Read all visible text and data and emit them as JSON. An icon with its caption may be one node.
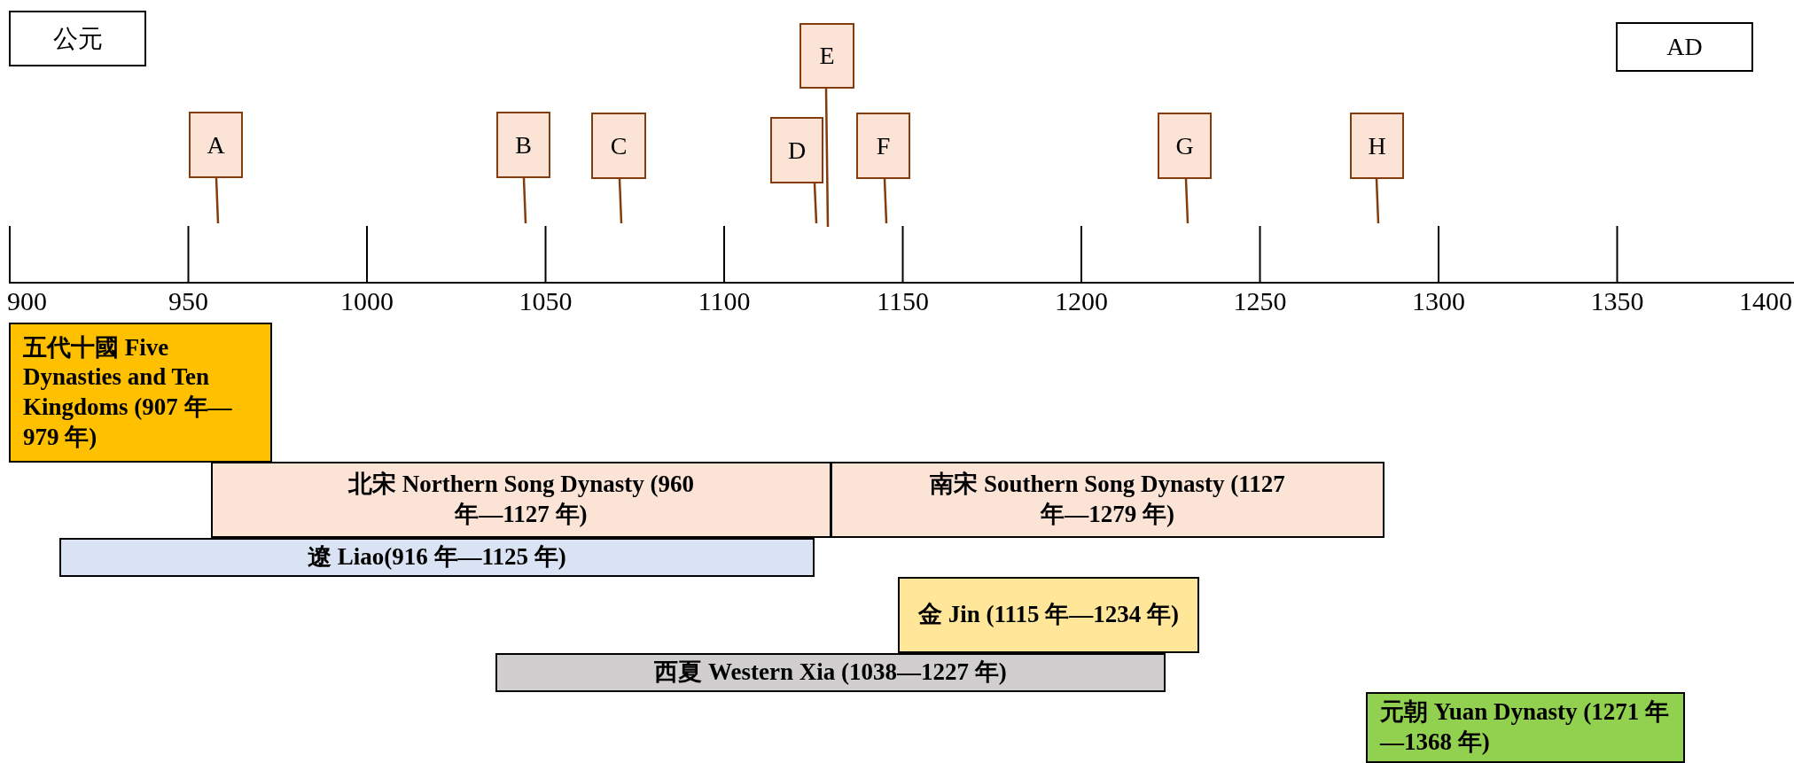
{
  "diagram": {
    "nodes": [
      {
        "text": [
          "公元"
        ]
      },
      {
        "text": [
          "AD"
        ]
      },
      {
        "text": [
          "A"
        ]
      },
      {
        "text": [
          "B"
        ]
      },
      {
        "text": [
          "C"
        ]
      },
      {
        "text": [
          "D"
        ]
      },
      {
        "text": [
          "E"
        ]
      },
      {
        "text": [
          "F"
        ]
      },
      {
        "text": [
          "G"
        ]
      },
      {
        "text": [
          "H"
        ]
      },
      {
        "text": [
          "五代十國 Five Dynasties and Ten Kingdoms (907 年—979 年)"
        ]
      },
      {
        "text": [
          "北宋 Northern Song Dynasty (960 年—1127 年)"
        ]
      },
      {
        "text": [
          "南宋 Southern Song Dynasty (1127 年—1279 年)"
        ]
      },
      {
        "text": [
          "遼 Liao(916 年—1125 年)"
        ]
      },
      {
        "text": [
          "金 Jin (1115 年—1234 年)"
        ]
      },
      {
        "text": [
          "西夏 Western Xia (1038—1227 年)"
        ]
      },
      {
        "text": [
          "元朝 Yuan Dynasty (1271 年—1368 年)"
        ]
      }
    ],
    "edges": [
      {
        "from": 2,
        "to": null,
        "arrow": "none"
      },
      {
        "from": 3,
        "to": null,
        "arrow": "none"
      },
      {
        "from": 4,
        "to": null,
        "arrow": "none"
      },
      {
        "from": 5,
        "to": null,
        "arrow": "none"
      },
      {
        "from": 6,
        "to": null,
        "arrow": "none"
      },
      {
        "from": 7,
        "to": null,
        "arrow": "none"
      },
      {
        "from": 8,
        "to": null,
        "arrow": "none"
      },
      {
        "from": 9,
        "to": null,
        "arrow": "none"
      }
    ],
    "labels": [
      "900",
      "950",
      "1000",
      "1050",
      "1100",
      "1150",
      "1200",
      "1250",
      "1300",
      "1350",
      "1400"
    ]
  }
}
